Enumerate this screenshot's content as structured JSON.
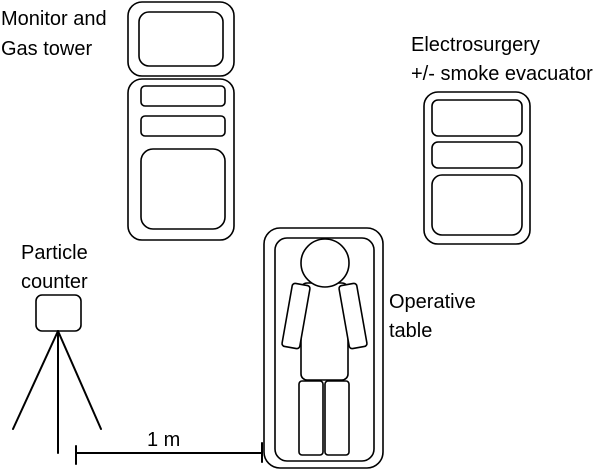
{
  "labels": {
    "monitor_line1": "Monitor and",
    "monitor_line2": "Gas tower",
    "electro_line1": "Electrosurgery",
    "electro_line2": "+/- smoke evacuator",
    "particle_line1": "Particle",
    "particle_line2": "counter",
    "operative_line1": "Operative",
    "operative_line2": "table",
    "distance": "1 m"
  }
}
